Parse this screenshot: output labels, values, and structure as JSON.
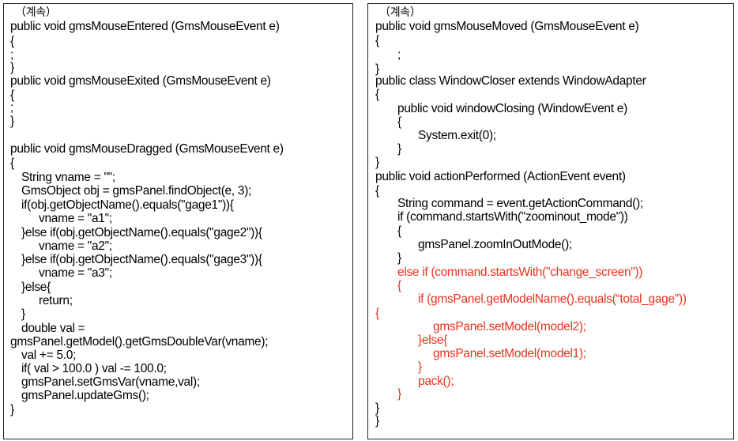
{
  "colors": {
    "text": "#000000",
    "highlight": "#e8321e",
    "border": "#222222"
  },
  "left_panel": {
    "continued_label": "（계속）",
    "lines": [
      {
        "text": "public void gmsMouseEntered (GmsMouseEvent e)",
        "indent": 0
      },
      {
        "text": "{",
        "indent": 0
      },
      {
        "text": ";",
        "indent": 0
      },
      {
        "text": "}",
        "indent": 0
      },
      {
        "text": "public void gmsMouseExited (GmsMouseEvent e)",
        "indent": 0
      },
      {
        "text": "{",
        "indent": 0
      },
      {
        "text": ";",
        "indent": 0
      },
      {
        "text": "}",
        "indent": 0
      },
      {
        "text": "public void gmsMouseDragged (GmsMouseEvent e)",
        "indent": 0
      },
      {
        "text": "{",
        "indent": 0
      },
      {
        "text": "String vname = \"\";",
        "indent": 1
      },
      {
        "text": "GmsObject obj = gmsPanel.findObject(e, 3);",
        "indent": 1
      },
      {
        "text": "if(obj.getObjectName().equals(\"gage1\")){",
        "indent": 1
      },
      {
        "text": "vname = \"a1\";",
        "indent": 2
      },
      {
        "text": "}else if(obj.getObjectName().equals(\"gage2\")){",
        "indent": 1
      },
      {
        "text": "vname = \"a2\";",
        "indent": 2
      },
      {
        "text": "}else if(obj.getObjectName().equals(\"gage3\")){",
        "indent": 1
      },
      {
        "text": "vname = \"a3\";",
        "indent": 2
      },
      {
        "text": "}else{",
        "indent": 1
      },
      {
        "text": "return;",
        "indent": 2
      },
      {
        "text": "}",
        "indent": 1
      },
      {
        "text": "double val =",
        "indent": 1
      },
      {
        "text": "gmsPanel.getModel().getGmsDoubleVar(vname);",
        "indent": 0
      },
      {
        "text": "val += 5.0;",
        "indent": 1
      },
      {
        "text": "if( val > 100.0 ) val -= 100.0;",
        "indent": 1
      },
      {
        "text": "gmsPanel.setGmsVar(vname,val);",
        "indent": 1
      },
      {
        "text": "gmsPanel.updateGms();",
        "indent": 1
      },
      {
        "text": "}",
        "indent": 0
      }
    ]
  },
  "right_panel": {
    "continued_label": "（계속）",
    "lines": [
      {
        "text": "public void gmsMouseMoved (GmsMouseEvent e)",
        "indent": 0,
        "red": false
      },
      {
        "text": "{",
        "indent": 0,
        "red": false
      },
      {
        "text": ";",
        "indent": 1,
        "red": false
      },
      {
        "text": "}",
        "indent": 0,
        "red": false
      },
      {
        "text": "public class WindowCloser extends WindowAdapter",
        "indent": 0,
        "red": false
      },
      {
        "text": "{",
        "indent": 0,
        "red": false
      },
      {
        "text": "public void windowClosing (WindowEvent e)",
        "indent": 1,
        "red": false
      },
      {
        "text": "{",
        "indent": 1,
        "red": false
      },
      {
        "text": "System.exit(0);",
        "indent": 2,
        "red": false
      },
      {
        "text": "}",
        "indent": 1,
        "red": false
      },
      {
        "text": "}",
        "indent": 0,
        "red": false
      },
      {
        "text": "public void actionPerformed (ActionEvent event)",
        "indent": 0,
        "red": false
      },
      {
        "text": "{",
        "indent": 0,
        "red": false
      },
      {
        "text": "String command = event.getActionCommand();",
        "indent": 1,
        "red": false
      },
      {
        "text": "if (command.startsWith(\"zoominout_mode\"))",
        "indent": 1,
        "red": false
      },
      {
        "text": "{",
        "indent": 1,
        "red": false
      },
      {
        "text": "gmsPanel.zoomInOutMode();",
        "indent": 2,
        "red": false
      },
      {
        "text": "}",
        "indent": 1,
        "red": false
      },
      {
        "text": "else if (command.startsWith(\"change_screen\"))",
        "indent": 1,
        "red": true
      },
      {
        "text": "{",
        "indent": 1,
        "red": true
      },
      {
        "text": "if (gmsPanel.getModelName().equals(“total_gage\"))",
        "indent": 2,
        "red": true
      },
      {
        "text": "{",
        "indent": 0,
        "red": true
      },
      {
        "text": "gmsPanel.setModel(model2);",
        "indent": 3,
        "red": true
      },
      {
        "text": "}else{",
        "indent": 2,
        "red": true
      },
      {
        "text": "gmsPanel.setModel(model1);",
        "indent": 3,
        "red": true
      },
      {
        "text": "}",
        "indent": 2,
        "red": true
      },
      {
        "text": "pack();",
        "indent": 2,
        "red": true
      },
      {
        "text": "}",
        "indent": 1,
        "red": true
      },
      {
        "text": "}",
        "indent": 0,
        "red": false
      },
      {
        "text": "}",
        "indent": 0,
        "red": false
      }
    ]
  }
}
